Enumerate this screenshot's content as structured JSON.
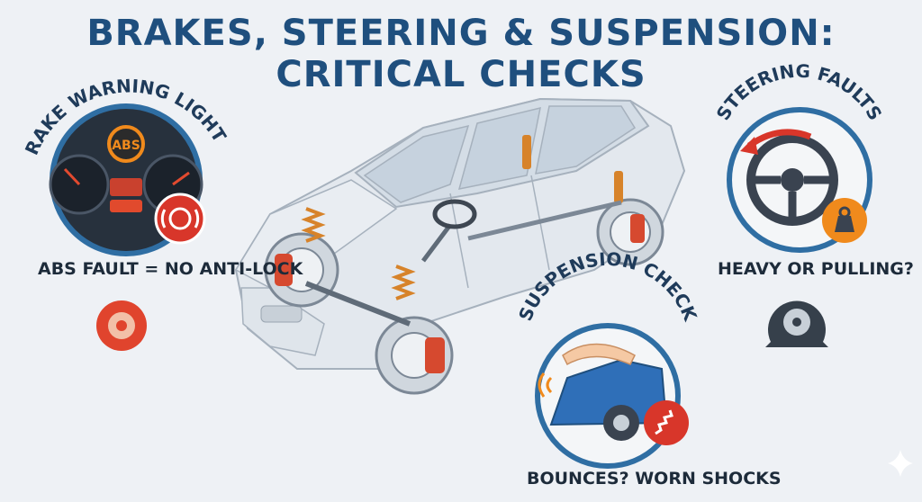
{
  "title": "BRAKES, STEERING & SUSPENSION: CRITICAL CHECKS",
  "brake": {
    "heading": "BRAKE WARNING LIGHTS",
    "abs_label": "ABS",
    "caption": "ABS FAULT = NO ANTI-LOCK"
  },
  "steering": {
    "heading": "STEERING FAULTS",
    "caption": "HEAVY OR PULLING?"
  },
  "suspension": {
    "heading": "SUSPENSION CHECK",
    "caption": "BOUNCES? WORN SHOCKS"
  },
  "colors": {
    "title": "#1f4f7e",
    "ring": "#2f6ea3",
    "warning_orange": "#f08a1c",
    "warning_red": "#d8362a",
    "car_blue": "#2f6fb8"
  },
  "icons": [
    "abs-warning-icon",
    "brake-warning-icon",
    "brake-disc-icon",
    "steering-wheel-icon",
    "weight-icon",
    "flat-tyre-icon",
    "shock-absorber-icon",
    "sparkle-icon"
  ]
}
